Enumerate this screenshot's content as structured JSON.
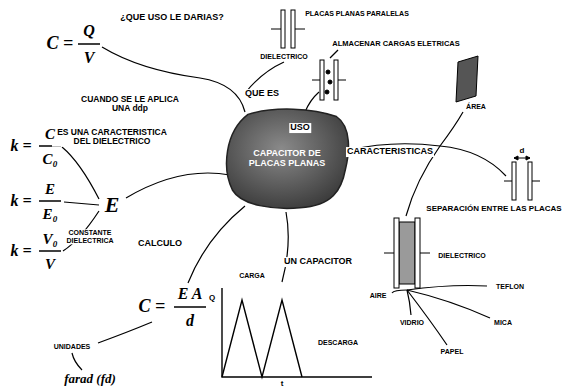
{
  "diagram": {
    "nodes": [
      {
        "text": [
          "CAPACITOR DE PLACAS PLANAS"
        ]
      }
    ],
    "labels": [
      "¿QUE USO LE DARIAS?",
      "PLACAS PLANAS PARALELAS",
      "DIELECTRICO",
      "ALMACENAR CARGAS ELETRICAS",
      "QUE ES",
      "USO",
      "CUANDO SE LE APLICA UNA ddp",
      "C =",
      "Q",
      "V",
      "ÁREA",
      "CARACTERISTICAS",
      "ES UNA CARACTERISTICA DEL DIELECTRICO",
      "k =",
      "C",
      "C₀",
      "d",
      "SEPARACIÓN ENTRE LAS PLACAS",
      "k =",
      "E",
      "E₀",
      "E",
      "CONSTANTE DIELECTRICA",
      "k =",
      "V₀",
      "V",
      "CALCULO",
      "UN CAPACITOR",
      "DIELECTRICO",
      "C =",
      "E A",
      "d",
      "CARGA",
      "Q",
      "DESCARGA",
      "t",
      "AIRE",
      "TEFLON",
      "VIDRIO",
      "MICA",
      "PAPEL",
      "UNIDADES",
      "farad (fd)"
    ]
  }
}
